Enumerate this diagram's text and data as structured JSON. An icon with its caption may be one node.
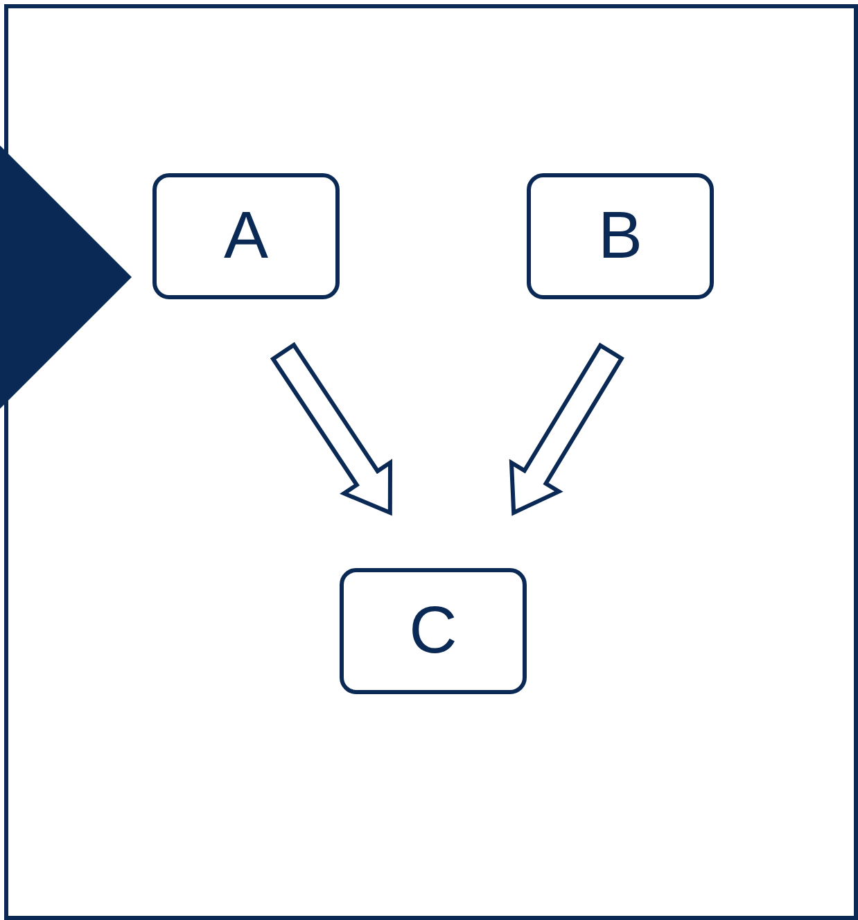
{
  "diagram": {
    "nodes": [
      {
        "text": [
          "A"
        ]
      },
      {
        "text": [
          "B"
        ]
      },
      {
        "text": [
          "C"
        ]
      },
      {
        "text": [],
        "shape": "triangle"
      }
    ],
    "edges": [
      {
        "from": 0,
        "to": 2,
        "arrow": "to"
      },
      {
        "from": 1,
        "to": 2,
        "arrow": "to"
      }
    ]
  }
}
